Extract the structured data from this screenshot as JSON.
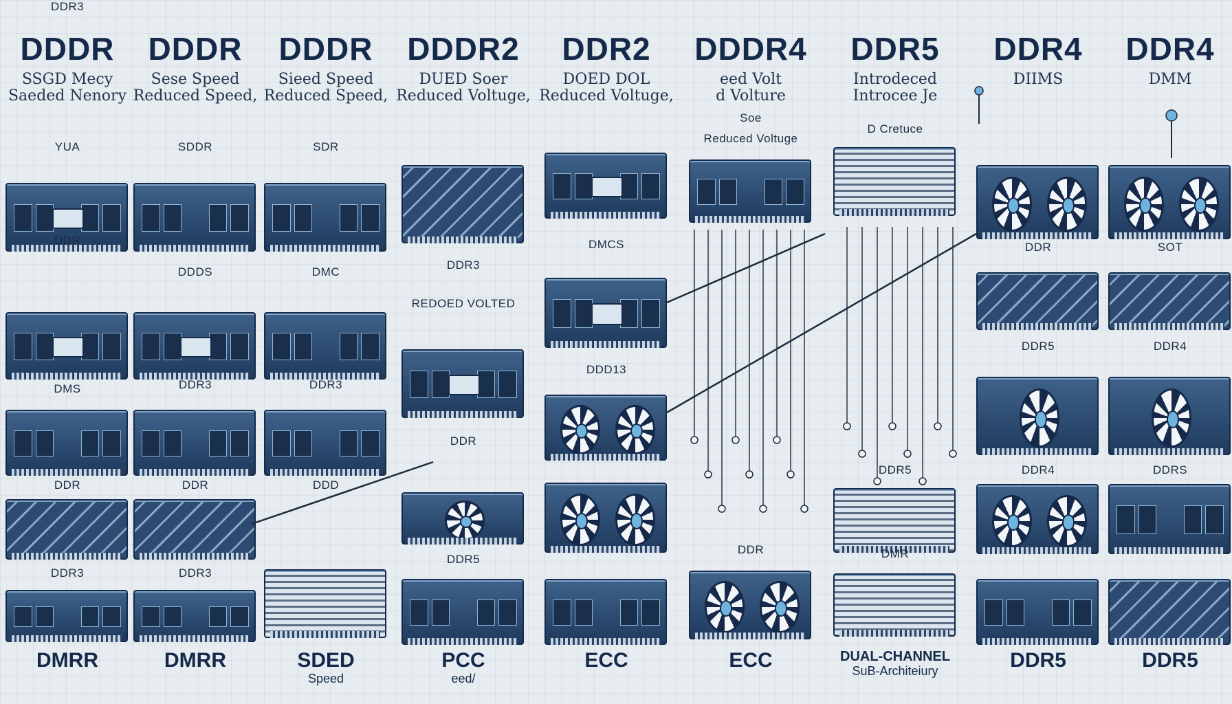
{
  "columns": [
    {
      "heading": "DDDR",
      "sub": [
        "SSGD Mecy",
        "Saeded Nenory"
      ],
      "tag": "YUA",
      "labels": [
        "DDR",
        "DMS",
        "DDR",
        "DDR3",
        "DDR3"
      ],
      "bottom": "DMRR",
      "bottom_sub": ""
    },
    {
      "heading": "DDDR",
      "sub": [
        "Sese Speed",
        "Reduced Speed,"
      ],
      "tag": "SDDR",
      "labels": [
        "DDDS",
        "DDR3",
        "DDR",
        "DDR3"
      ],
      "bottom": "DMRR",
      "bottom_sub": ""
    },
    {
      "heading": "DDDR",
      "sub": [
        "Sieed Speed",
        "Reduced Speed,"
      ],
      "tag": "SDR",
      "labels": [
        "DMC",
        "DDR3",
        "DDD",
        ""
      ],
      "bottom": "SDED",
      "bottom_sub": "Speed"
    },
    {
      "heading": "DDDR2",
      "sub": [
        "DUED Soer",
        "Reduced Voltuge,"
      ],
      "tag": "",
      "labels": [
        "DDR3",
        "REDOED VOLTED",
        "DDR",
        "DDR5"
      ],
      "bottom": "PCC",
      "bottom_sub": "eed/"
    },
    {
      "heading": "DDR2",
      "sub": [
        "DOED DOL",
        "Reduced Voltuge,"
      ],
      "tag": "",
      "labels": [
        "DMCS",
        "DDD13"
      ],
      "bottom": "ECC",
      "bottom_sub": ""
    },
    {
      "heading": "DDDR4",
      "sub": [
        "eed Volt",
        "d Volture"
      ],
      "tag": "Soe",
      "labels": [
        "Reduced Voltuge",
        "DDR"
      ],
      "bottom": "ECC",
      "bottom_sub": ""
    },
    {
      "heading": "DDR5",
      "sub": [
        "Introdeced",
        "Introcee Je"
      ],
      "tag": "D Cretuce",
      "labels": [
        "DMR",
        "DDR5"
      ],
      "bottom": "DUAL-CHANNEL",
      "bottom_sub": "SuB-Architeiury"
    },
    {
      "heading": "DDR4",
      "sub": [
        "DIIMS"
      ],
      "tag": "",
      "labels": [
        "DDR",
        "DDR5",
        "DDR4"
      ],
      "bottom": "DDR5",
      "bottom_sub": ""
    },
    {
      "heading": "DDR4",
      "sub": [
        "DMM"
      ],
      "tag": "",
      "labels": [
        "SOT",
        "DDR4",
        "DDRS"
      ],
      "bottom": "DDR5",
      "bottom_sub": ""
    }
  ],
  "colors": {
    "background": "#e6ecef",
    "module": "#2c4a72",
    "accent": "#6fb4df",
    "ink": "#15294a"
  }
}
